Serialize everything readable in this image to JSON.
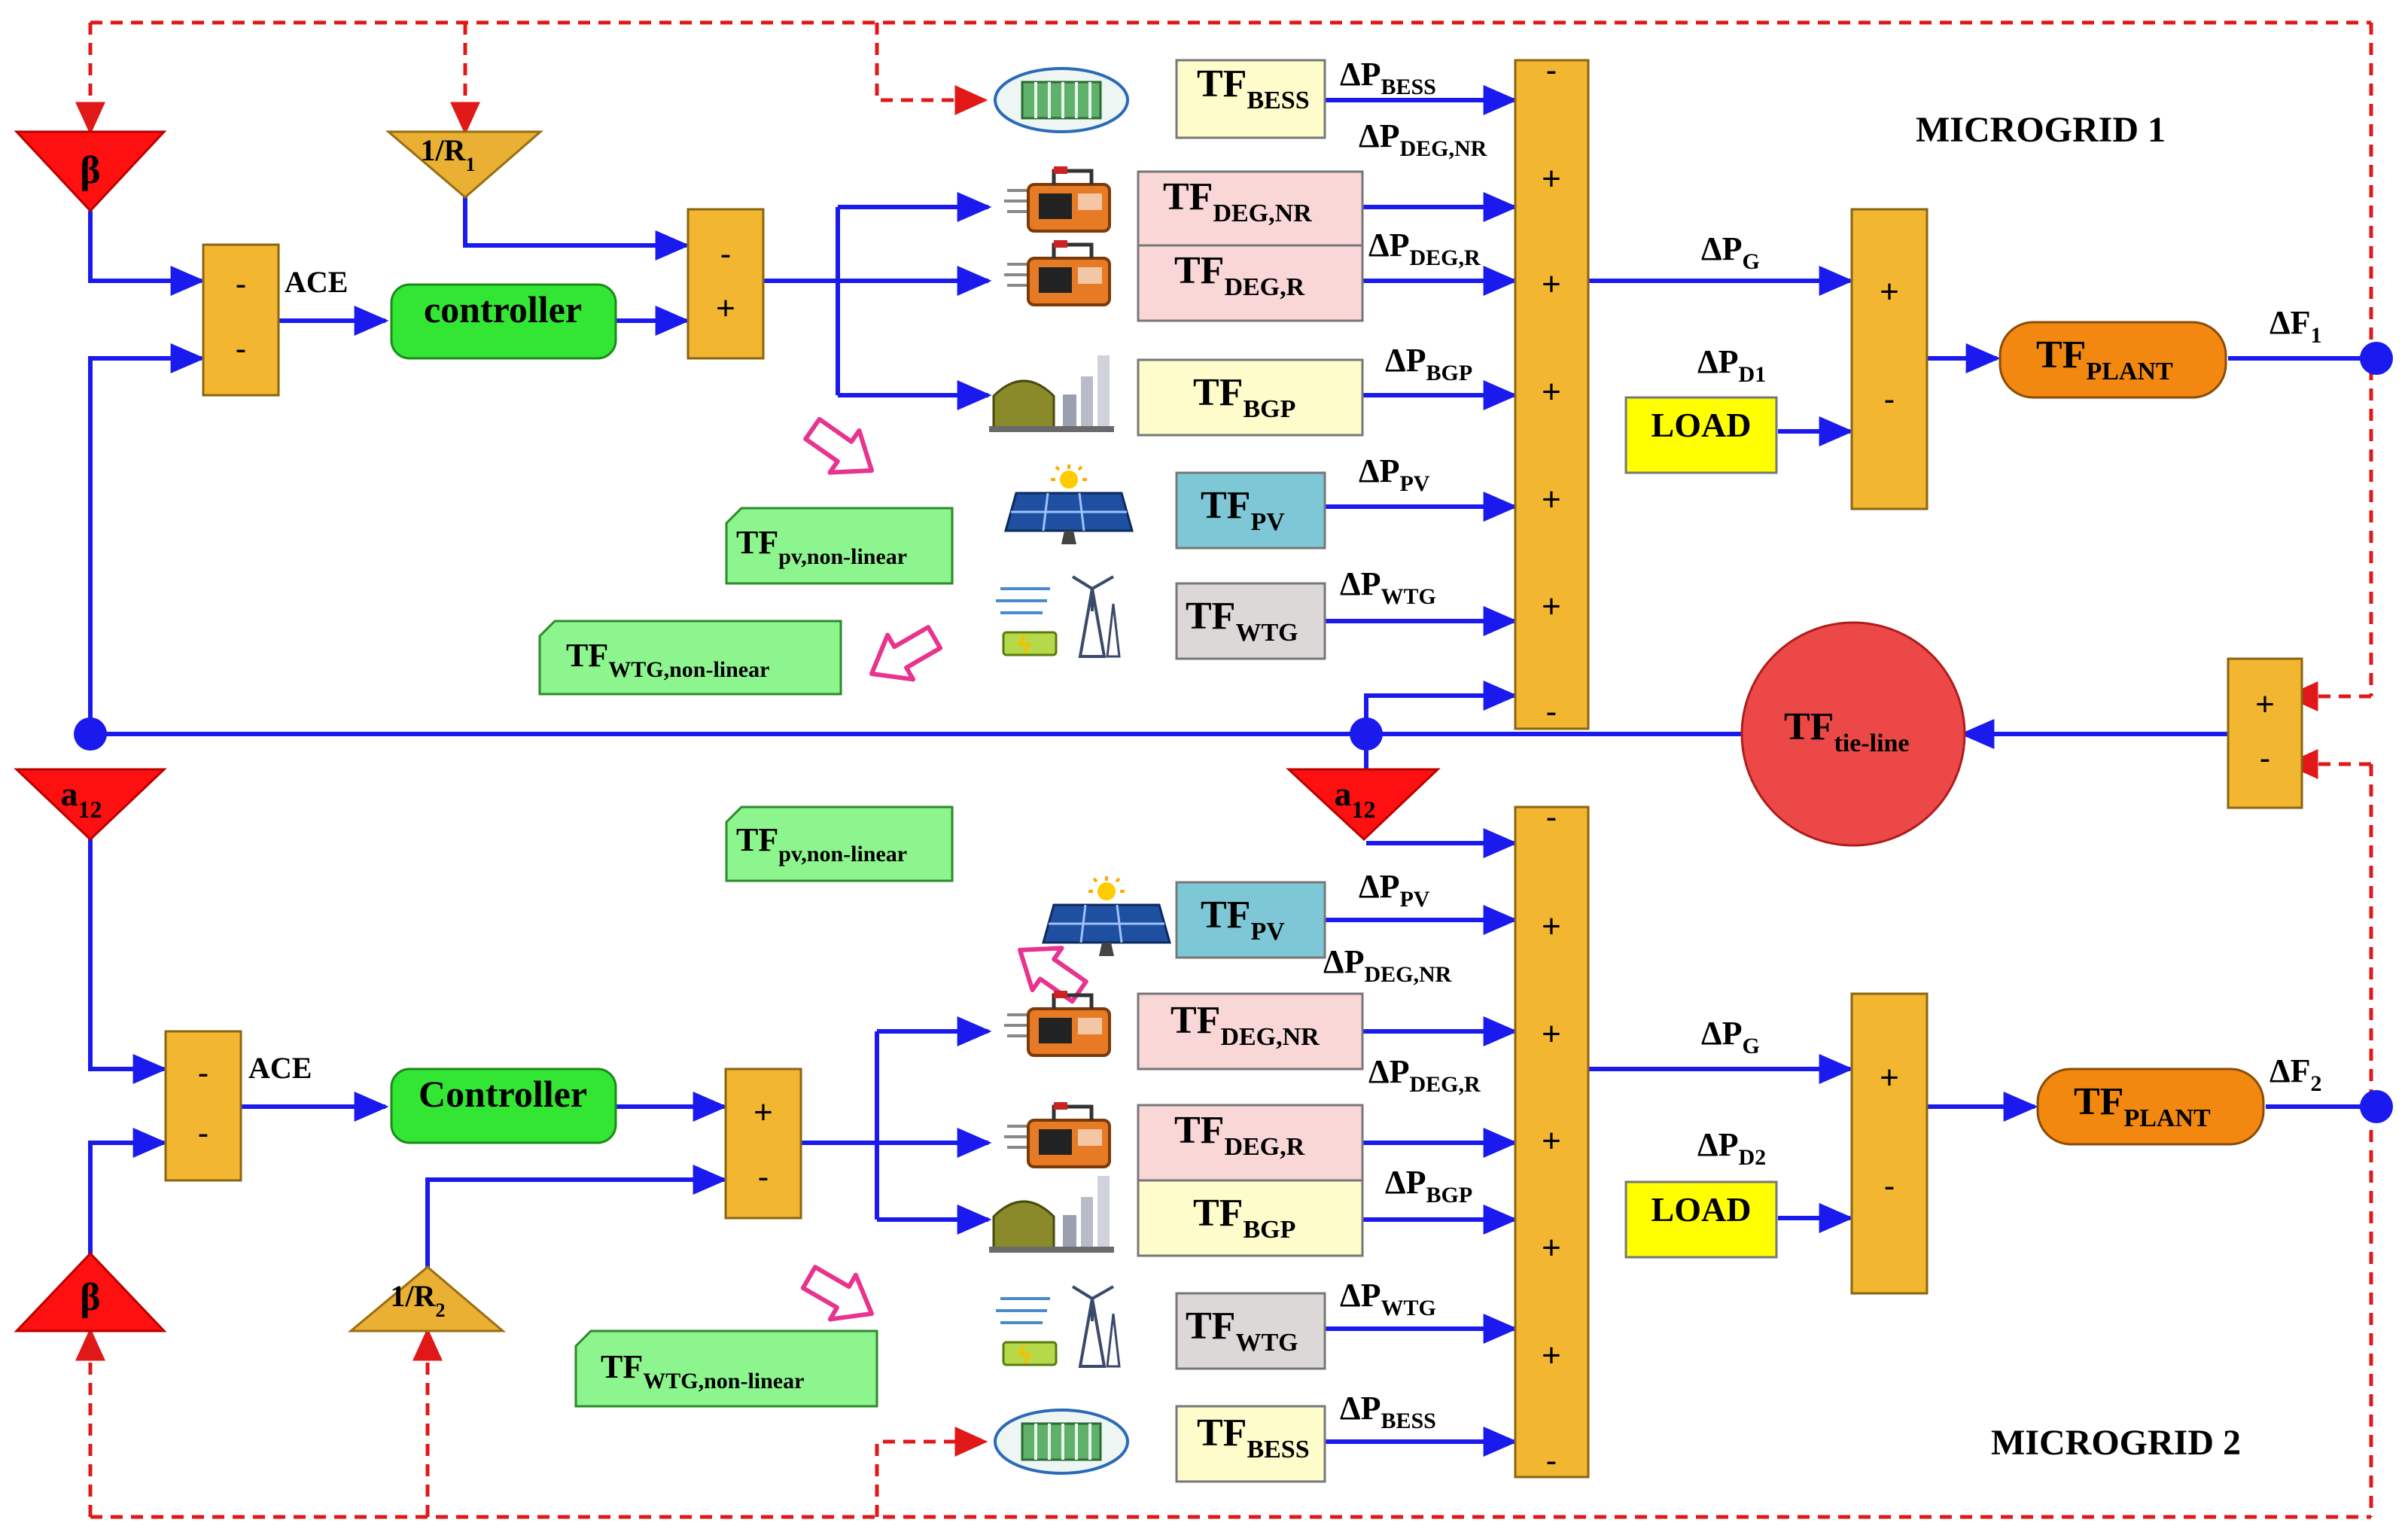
{
  "colors": {
    "signal": "#1a1aee",
    "feedback": "#e01818",
    "summer": "#f2b630",
    "controller": "#33e633",
    "plant": "#f2880f",
    "load": "#ffff00",
    "tie_line": "#ec4848",
    "tf_pink": "#f9d7d7",
    "tf_cream": "#fffccc",
    "tf_cyan": "#7ec7d6",
    "tf_grey": "#ddd8d8",
    "nonlinear_green": "#8df58d",
    "gain_red": "#ff1010",
    "gain_gold": "#e9b033",
    "hollow_arrow": "#e8338f"
  },
  "icons": {
    "bess": "battery-storage-icon",
    "deg": "diesel-generator-icon",
    "bgp": "biogas-plant-icon",
    "pv": "solar-panel-icon",
    "wtg": "wind-turbine-icon"
  },
  "labels": {
    "microgrid1": "MICROGRID 1",
    "microgrid2": "MICROGRID 2",
    "ace": "ACE",
    "controller1": "controller",
    "controller2": "Controller",
    "load": "LOAD",
    "beta": "β",
    "a12": {
      "main": "a",
      "sub": "12"
    },
    "r1": {
      "main": "1/R",
      "sub": "1"
    },
    "r2": {
      "main": "1/R",
      "sub": "2"
    },
    "tf": "TF",
    "delta_p": "ΔP",
    "delta_f": "ΔF"
  },
  "subscripts": {
    "bess": "BESS",
    "deg_nr": "DEG,NR",
    "deg_r": "DEG,R",
    "bgp": "BGP",
    "pv": "PV",
    "wtg": "WTG",
    "pv_nonlinear": "pv,non-linear",
    "wtg_nonlinear": "WTG,non-linear",
    "plant": "PLANT",
    "tie_line": "tie-line",
    "g": "G",
    "d1": "D1",
    "d2": "D2",
    "f1": "1",
    "f2": "2"
  },
  "signs": {
    "plus": "+",
    "minus": "-"
  }
}
